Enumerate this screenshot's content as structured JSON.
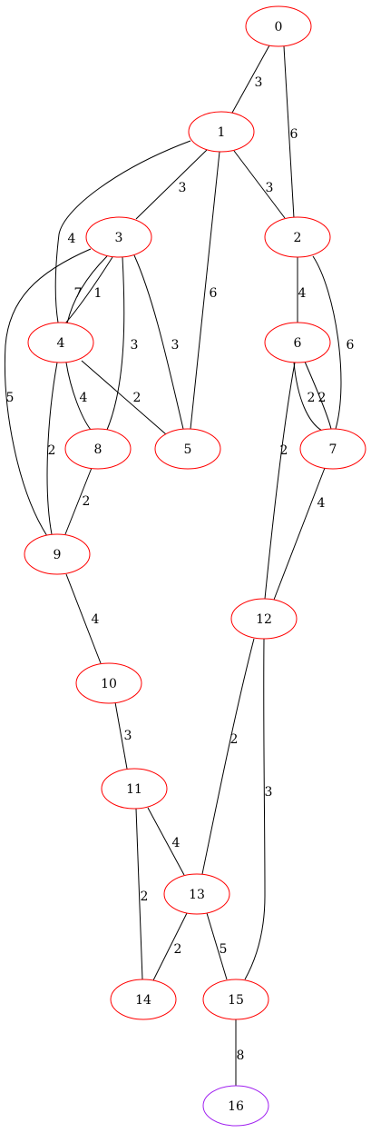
{
  "graph": {
    "colors": {
      "node": "#ff0000",
      "node_highlight": "#a020f0",
      "edge": "#000000",
      "text": "#000000"
    },
    "nodes": [
      {
        "id": "0",
        "label": "0"
      },
      {
        "id": "1",
        "label": "1"
      },
      {
        "id": "2",
        "label": "2"
      },
      {
        "id": "3",
        "label": "3"
      },
      {
        "id": "4",
        "label": "4"
      },
      {
        "id": "5",
        "label": "5"
      },
      {
        "id": "6",
        "label": "6"
      },
      {
        "id": "7",
        "label": "7"
      },
      {
        "id": "8",
        "label": "8"
      },
      {
        "id": "9",
        "label": "9"
      },
      {
        "id": "10",
        "label": "10"
      },
      {
        "id": "11",
        "label": "11"
      },
      {
        "id": "12",
        "label": "12"
      },
      {
        "id": "13",
        "label": "13"
      },
      {
        "id": "14",
        "label": "14"
      },
      {
        "id": "15",
        "label": "15"
      },
      {
        "id": "16",
        "label": "16",
        "highlight": true
      }
    ],
    "edges": [
      {
        "id": "0-1",
        "from": "0",
        "to": "1",
        "weight": "3"
      },
      {
        "id": "0-2",
        "from": "0",
        "to": "2",
        "weight": "6"
      },
      {
        "id": "1-3",
        "from": "1",
        "to": "3",
        "weight": "3"
      },
      {
        "id": "1-2",
        "from": "1",
        "to": "2",
        "weight": "3"
      },
      {
        "id": "1-4",
        "from": "1",
        "to": "4",
        "weight": "4"
      },
      {
        "id": "1-5",
        "from": "1",
        "to": "5",
        "weight": "6"
      },
      {
        "id": "3-4-a",
        "from": "3",
        "to": "4",
        "weight": "7"
      },
      {
        "id": "3-4-b",
        "from": "3",
        "to": "4",
        "weight": "1"
      },
      {
        "id": "3-9",
        "from": "3",
        "to": "9",
        "weight": "5"
      },
      {
        "id": "3-8",
        "from": "3",
        "to": "8",
        "weight": "3"
      },
      {
        "id": "3-5",
        "from": "3",
        "to": "5",
        "weight": "3"
      },
      {
        "id": "2-6",
        "from": "2",
        "to": "6",
        "weight": "4"
      },
      {
        "id": "2-7",
        "from": "2",
        "to": "7",
        "weight": "6"
      },
      {
        "id": "4-8",
        "from": "4",
        "to": "8",
        "weight": "4"
      },
      {
        "id": "4-5",
        "from": "4",
        "to": "5",
        "weight": "2"
      },
      {
        "id": "4-9",
        "from": "4",
        "to": "9",
        "weight": "2"
      },
      {
        "id": "6-7-a",
        "from": "6",
        "to": "7",
        "weight": "2"
      },
      {
        "id": "6-7-b",
        "from": "6",
        "to": "7",
        "weight": "2"
      },
      {
        "id": "6-12",
        "from": "6",
        "to": "12",
        "weight": "2"
      },
      {
        "id": "8-9",
        "from": "8",
        "to": "9",
        "weight": "2"
      },
      {
        "id": "7-12",
        "from": "7",
        "to": "12",
        "weight": "4"
      },
      {
        "id": "9-10",
        "from": "9",
        "to": "10",
        "weight": "4"
      },
      {
        "id": "12-13",
        "from": "12",
        "to": "13",
        "weight": "2"
      },
      {
        "id": "12-15",
        "from": "12",
        "to": "15",
        "weight": "3"
      },
      {
        "id": "10-11",
        "from": "10",
        "to": "11",
        "weight": "3"
      },
      {
        "id": "11-13",
        "from": "11",
        "to": "13",
        "weight": "4"
      },
      {
        "id": "11-14",
        "from": "11",
        "to": "14",
        "weight": "2"
      },
      {
        "id": "13-14",
        "from": "13",
        "to": "14",
        "weight": "2"
      },
      {
        "id": "13-15",
        "from": "13",
        "to": "15",
        "weight": "5"
      },
      {
        "id": "15-16",
        "from": "15",
        "to": "16",
        "weight": "8"
      }
    ]
  }
}
